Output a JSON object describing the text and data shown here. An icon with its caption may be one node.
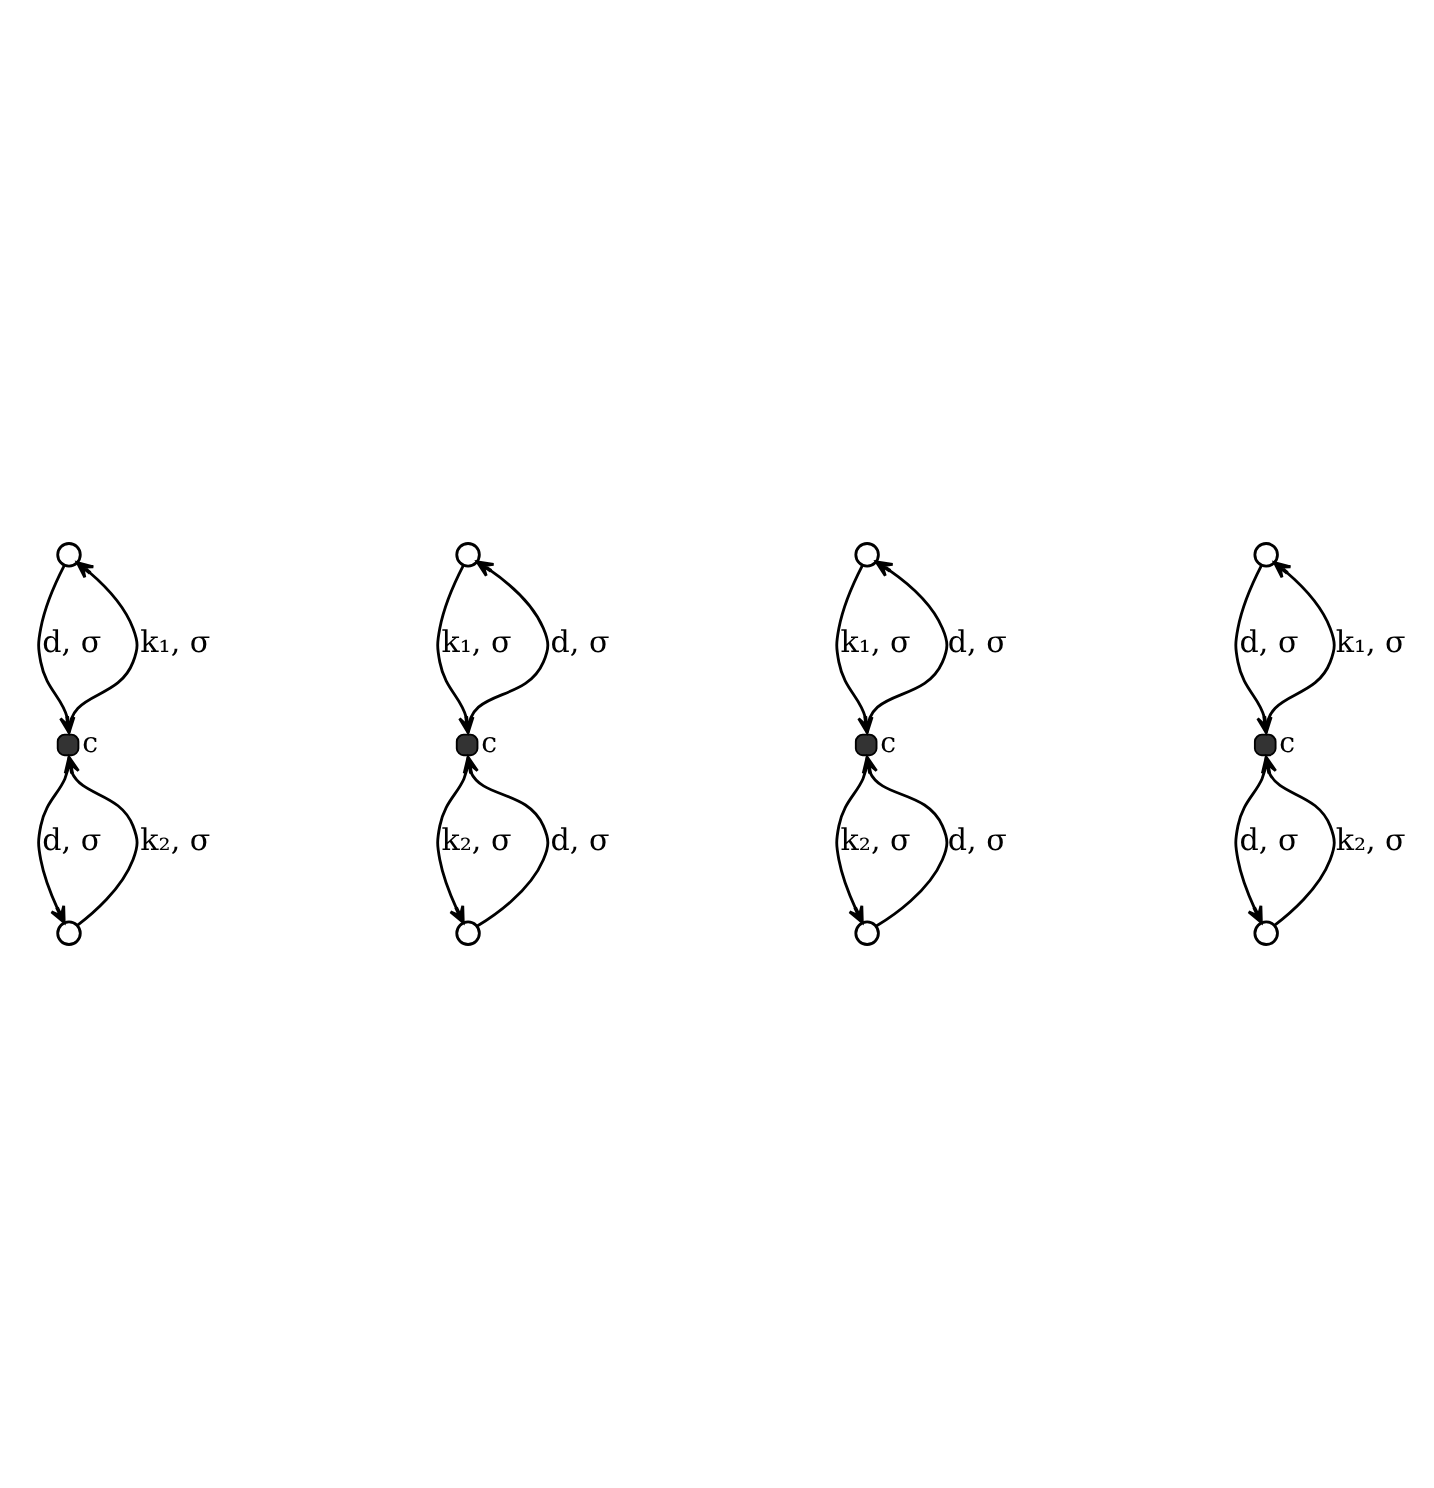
{
  "diagram": {
    "nodes": [
      {
        "text": [],
        "shape": "circle"
      },
      {
        "text": [],
        "shape": "dot",
        "beside": [
          "c"
        ]
      },
      {
        "text": [],
        "shape": "circle"
      },
      {
        "text": [],
        "shape": "circle"
      },
      {
        "text": [],
        "shape": "dot",
        "beside": [
          "c"
        ]
      },
      {
        "text": [],
        "shape": "circle"
      },
      {
        "text": [],
        "shape": "circle"
      },
      {
        "text": [],
        "shape": "dot",
        "beside": [
          "c"
        ]
      },
      {
        "text": [],
        "shape": "circle"
      },
      {
        "text": [],
        "shape": "circle"
      },
      {
        "text": [],
        "shape": "dot",
        "beside": [
          "c"
        ]
      },
      {
        "text": [],
        "shape": "circle"
      }
    ],
    "edges": [
      {
        "from": 1,
        "to": 0,
        "arrow": "to",
        "label": "k₁, σ"
      },
      {
        "from": 0,
        "to": 1,
        "arrow": "to",
        "label": "d, σ"
      },
      {
        "from": 2,
        "to": 1,
        "arrow": "to",
        "label": "k₂, σ"
      },
      {
        "from": 1,
        "to": 2,
        "arrow": "to",
        "label": "d, σ"
      },
      {
        "from": 4,
        "to": 3,
        "arrow": "to",
        "label": "d, σ"
      },
      {
        "from": 3,
        "to": 4,
        "arrow": "to",
        "label": "k₁, σ"
      },
      {
        "from": 5,
        "to": 4,
        "arrow": "to",
        "label": "d, σ"
      },
      {
        "from": 4,
        "to": 5,
        "arrow": "to",
        "label": "k₂, σ"
      },
      {
        "from": 7,
        "to": 6,
        "arrow": "to",
        "label": "d, σ"
      },
      {
        "from": 6,
        "to": 7,
        "arrow": "to",
        "label": "k₁, σ"
      },
      {
        "from": 8,
        "to": 7,
        "arrow": "to",
        "label": "d, σ"
      },
      {
        "from": 7,
        "to": 8,
        "arrow": "to",
        "label": "k₂, σ"
      },
      {
        "from": 10,
        "to": 9,
        "arrow": "to",
        "label": "k₁, σ"
      },
      {
        "from": 9,
        "to": 10,
        "arrow": "to",
        "label": "d, σ"
      },
      {
        "from": 11,
        "to": 10,
        "arrow": "to",
        "label": "k₂, σ"
      },
      {
        "from": 10,
        "to": 11,
        "arrow": "to",
        "label": "d, σ"
      }
    ]
  }
}
